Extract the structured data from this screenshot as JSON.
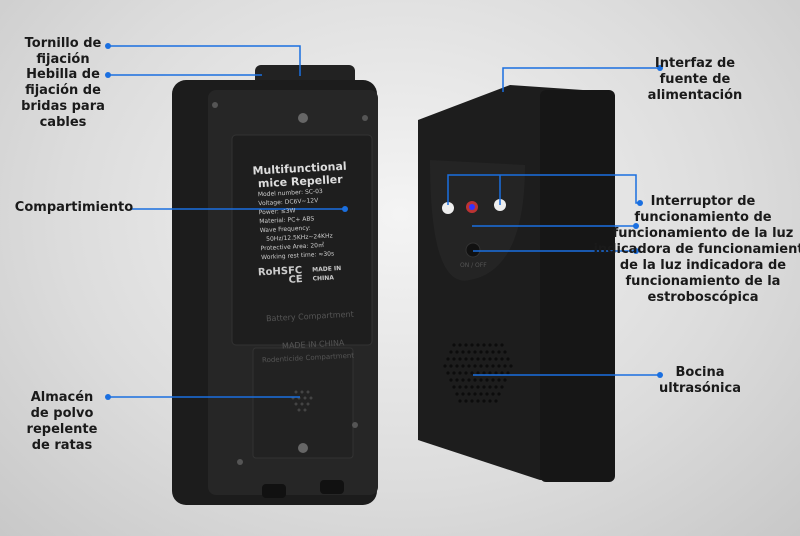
{
  "plate": {
    "title1": "Multifunctional",
    "title2": "mice Repeller",
    "model": "Model number: SC-03",
    "voltage": "Voltage: DC6V~12V",
    "power": "Power: ≤3W",
    "material": "Material: PC+ ABS",
    "wave": "Wave Frequency:",
    "freq": "50Hz/12.5KHz~24KHz",
    "area": "Protective Area: 20㎡",
    "rest": "Working rest time: ≈30s",
    "rohs": "RoHS",
    "fc": "FC CE",
    "made": "MADE IN CHINA"
  },
  "device_text": {
    "battery": "Battery Compartment",
    "made_in": "MADE IN CHINA",
    "rodenticide": "Rodenticide Compartment",
    "switch": "ON / OFF"
  },
  "labels": {
    "tornillo": "Tornillo de fijación",
    "hebilla": "Hebilla de fijación de bridas para cables",
    "compartimiento": "Compartimiento",
    "almacen": "Almacén de polvo repelente de ratas",
    "interfaz": "Interfaz de fuente de alimentación",
    "interruptor": "Interruptor de funcionamiento de funcionamiento de la luz indicadora de funcionamiento de la luz indicadora de funcionamiento de la estroboscópica",
    "bocina": "Bocina ultrasónica"
  },
  "colors": {
    "line": "#1a6fe0",
    "device": "#1c1c1c"
  }
}
